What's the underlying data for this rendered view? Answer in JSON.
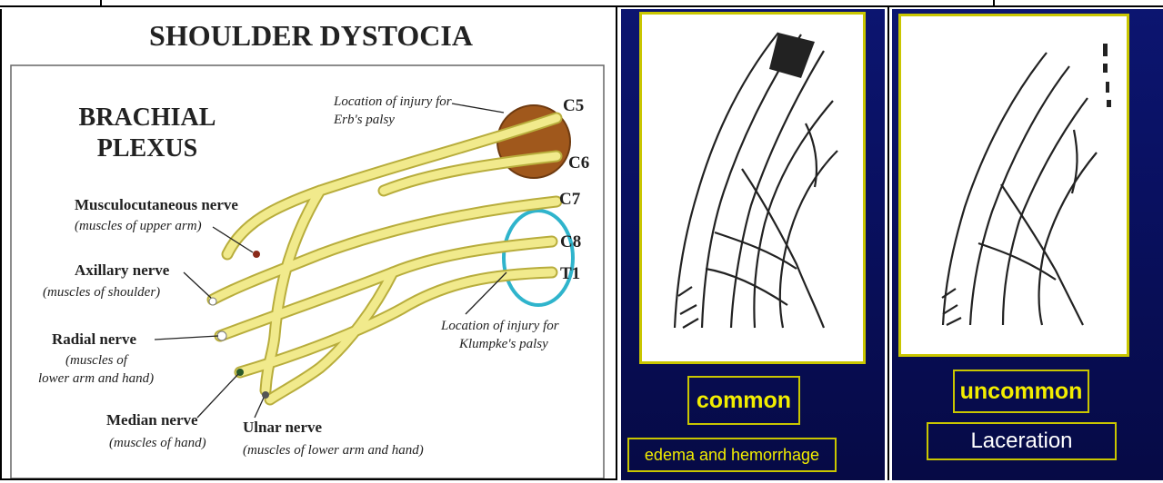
{
  "left": {
    "title": "SHOULDER DYSTOCIA",
    "heading_line1": "BRACHIAL",
    "heading_line2": "PLEXUS",
    "roots": [
      "C5",
      "C6",
      "C7",
      "C8",
      "T1"
    ],
    "erb_label_line1": "Location of injury for",
    "erb_label_line2": "Erb's palsy",
    "klumpke_label_line1": "Location of injury for",
    "klumpke_label_line2": "Klumpke's palsy",
    "musculo_name": "Musculocutaneous nerve",
    "musculo_desc": "(muscles of upper arm)",
    "axillary_name": "Axillary nerve",
    "axillary_desc": "(muscles of shoulder)",
    "radial_name": "Radial nerve",
    "radial_desc_line1": "(muscles of",
    "radial_desc_line2": "lower arm and hand)",
    "median_name": "Median nerve",
    "median_desc": "(muscles of hand)",
    "ulnar_name": "Ulnar nerve",
    "ulnar_desc": "(muscles of lower arm and hand)",
    "colors": {
      "nerve": "#f1ea8c",
      "nerve_edge": "#b8ad3c",
      "erb_spot": "#a0581c",
      "klumpke_ring": "#2fb4cc"
    }
  },
  "middle": {
    "badge": "common",
    "caption": "edema and hemorrhage"
  },
  "right": {
    "badge": "uncommon",
    "caption": "Laceration"
  },
  "colors": {
    "panel_bg": "#091060",
    "frame": "#c9c600",
    "badge_text": "#f2ed00"
  }
}
